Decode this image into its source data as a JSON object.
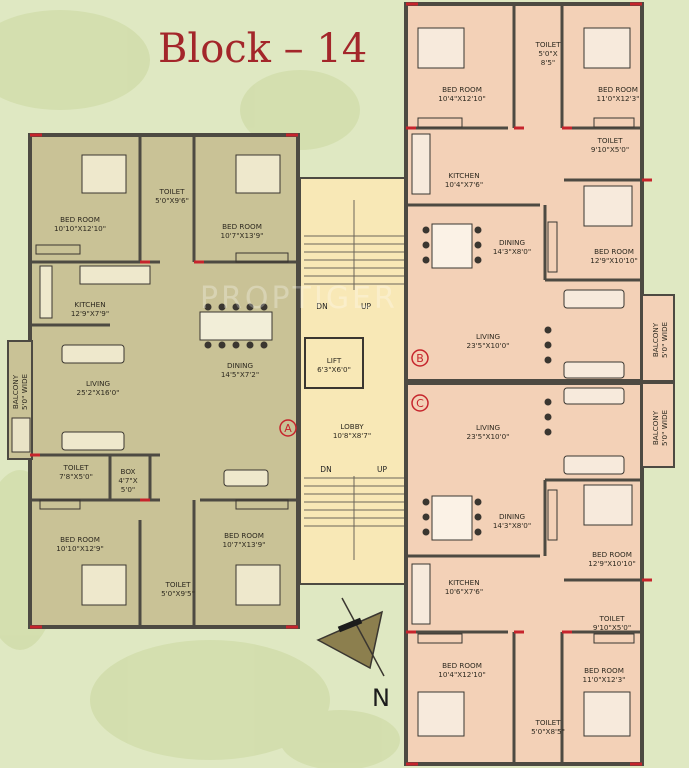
{
  "title": "Block – 14",
  "watermark": "PROPTIGER",
  "north_label": "N",
  "markers": {
    "a": "A",
    "b": "B",
    "c": "C"
  },
  "stairs": {
    "dn_top": "DN",
    "up_top": "UP",
    "dn_bottom": "DN",
    "up_bottom": "UP"
  },
  "lift": {
    "name": "LIFT",
    "size": "6'3\"X6'0\""
  },
  "lobby": {
    "name": "LOBBY",
    "size": "10'8\"X8'7\""
  },
  "unit_a": {
    "bed_1": {
      "name": "BED ROOM",
      "size": "10'10\"X12'10\""
    },
    "toilet_1": {
      "name": "TOILET",
      "size": "5'0\"X9'6\""
    },
    "bed_2": {
      "name": "BED ROOM",
      "size": "10'7\"X13'9\""
    },
    "kitchen": {
      "name": "KITCHEN",
      "size": "12'9\"X7'9\""
    },
    "dining": {
      "name": "DINING",
      "size": "14'5\"X7'2\""
    },
    "living": {
      "name": "LIVING",
      "size": "25'2\"X16'0\""
    },
    "balcony": {
      "name": "BALCONY",
      "size": "5'0\" WIDE"
    },
    "toilet_2": {
      "name": "TOILET",
      "size": "7'8\"X5'0\""
    },
    "box": {
      "name": "BOX",
      "size_1": "4'7\"X",
      "size_2": "5'0\""
    },
    "bed_3": {
      "name": "BED ROOM",
      "size": "10'10\"X12'9\""
    },
    "bed_4": {
      "name": "BED ROOM",
      "size": "10'7\"X13'9\""
    },
    "toilet_3": {
      "name": "TOILET",
      "size": "5'0\"X9'5\""
    }
  },
  "unit_b": {
    "bed_1": {
      "name": "BED ROOM",
      "size": "10'4\"X12'10\""
    },
    "toilet_1": {
      "name": "TOILET",
      "size_1": "5'0\"X",
      "size_2": "8'5\""
    },
    "bed_2": {
      "name": "BED ROOM",
      "size": "11'0\"X12'3\""
    },
    "toilet_2": {
      "name": "TOILET",
      "size": "9'10\"X5'0\""
    },
    "kitchen": {
      "name": "KITCHEN",
      "size": "10'4\"X7'6\""
    },
    "dining": {
      "name": "DINING",
      "size": "14'3\"X8'0\""
    },
    "bed_3": {
      "name": "BED ROOM",
      "size": "12'9\"X10'10\""
    },
    "living": {
      "name": "LIVING",
      "size": "23'5\"X10'0\""
    },
    "balcony": {
      "name": "BALCONY",
      "size": "5'0\" WIDE"
    }
  },
  "unit_c": {
    "living": {
      "name": "LIVING",
      "size": "23'5\"X10'0\""
    },
    "balcony": {
      "name": "BALCONY",
      "size": "5'0\" WIDE"
    },
    "dining": {
      "name": "DINING",
      "size": "14'3\"X8'0\""
    },
    "bed_1": {
      "name": "BED ROOM",
      "size": "12'9\"X10'10\""
    },
    "kitchen": {
      "name": "KITCHEN",
      "size": "10'6\"X7'6\""
    },
    "toilet_1": {
      "name": "TOILET",
      "size": "9'10\"X5'0\""
    },
    "bed_2": {
      "name": "BED ROOM",
      "size": "10'4\"X12'10\""
    },
    "bed_3": {
      "name": "BED ROOM",
      "size": "11'0\"X12'3\""
    },
    "toilet_2": {
      "name": "TOILET",
      "size": "5'0\"X8'5\""
    }
  },
  "colors": {
    "background": "#dfe8c2",
    "unit_a_fill": "#c9c296",
    "unit_bc_fill": "#f3d1b7",
    "core_fill": "#f8e8b6",
    "wall": "#4d4a42",
    "accent_red": "#c6242c",
    "title_red": "#a3262a"
  }
}
